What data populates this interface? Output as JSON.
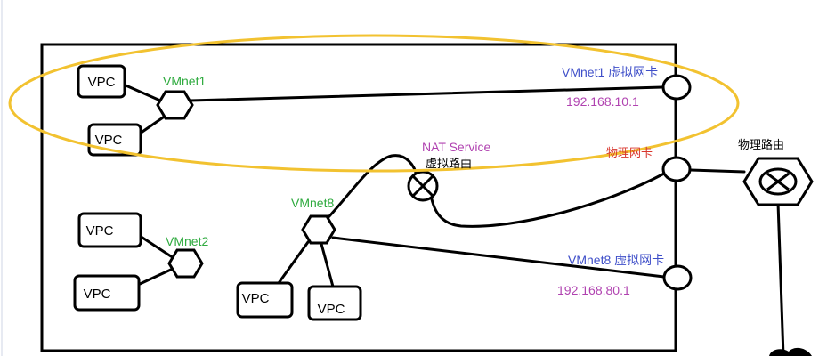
{
  "colors": {
    "highlight_ellipse": "#f2c230",
    "vmnet_label": "#2eaa3e",
    "nic_label": "#3f4fc9",
    "ip_label": "#b042b0",
    "nat_label": "#b042b0",
    "physical_nic_label": "#d8352c",
    "stroke": "#000000"
  },
  "vpcs": {
    "vpc1": "VPC",
    "vpc2": "VPC",
    "vpc3": "VPC",
    "vpc4": "VPC",
    "vpc5": "VPC",
    "vpc6": "VPC"
  },
  "vmnets": {
    "vmnet1": "VMnet1",
    "vmnet2": "VMnet2",
    "vmnet8": "VMnet8"
  },
  "nics": {
    "vmnet1_nic": "VMnet1 虚拟网卡",
    "vmnet1_ip": "192.168.10.1",
    "physical_nic": "物理网卡",
    "vmnet8_nic": "VMnet8 虚拟网卡",
    "vmnet8_ip": "192.168.80.1"
  },
  "nat": {
    "service": "NAT Service",
    "virtual_router": "虚拟路由"
  },
  "physical_router": "物理路由",
  "icons": {
    "router": "router-icon",
    "switch": "hexagon-switch-icon",
    "nic": "nic-port-icon"
  }
}
